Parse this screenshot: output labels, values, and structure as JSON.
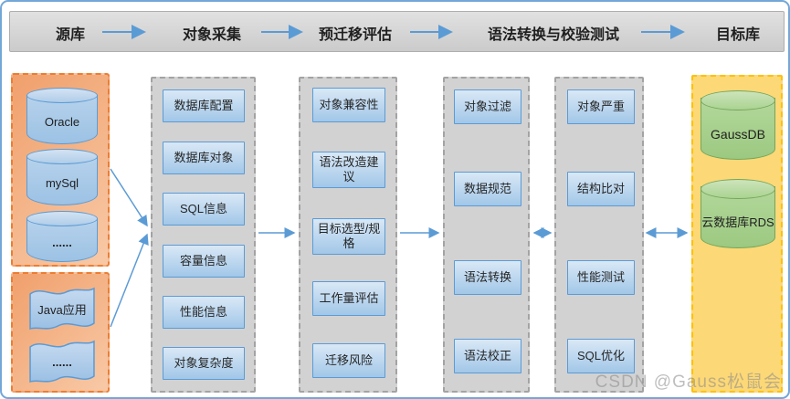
{
  "header": {
    "steps": [
      "源库",
      "对象采集",
      "预迁移评估",
      "语法转换与校验测试",
      "目标库"
    ]
  },
  "source": {
    "databases": [
      "Oracle",
      "mySql",
      "......"
    ],
    "apps": [
      "Java应用",
      "......"
    ]
  },
  "columns": {
    "collection": {
      "items": [
        "数据库配置",
        "数据库对象",
        "SQL信息",
        "容量信息",
        "性能信息",
        "对象复杂度"
      ]
    },
    "assessment": {
      "items": [
        "对象兼容性",
        "语法改造建议",
        "目标选型/规格",
        "工作量评估",
        "迁移风险"
      ]
    },
    "conversion": {
      "items": [
        "对象过滤",
        "数据规范",
        "语法转换",
        "语法校正"
      ]
    },
    "verification": {
      "items": [
        "对象严重",
        "结构比对",
        "性能测试",
        "SQL优化"
      ]
    }
  },
  "target": {
    "databases": [
      "GaussDB",
      "云数据库RDS"
    ]
  },
  "watermark": "CSDN @Gauss松鼠会",
  "colors": {
    "arrow_blue": "#5b9bd5",
    "source_border_orange": "#ed7d31",
    "column_gray": "#d2d2d2",
    "target_yellow": "#fcd877",
    "target_border": "#ffc000",
    "item_blue": "#a2c7e8",
    "cylinder_green": "#a9d18e"
  }
}
